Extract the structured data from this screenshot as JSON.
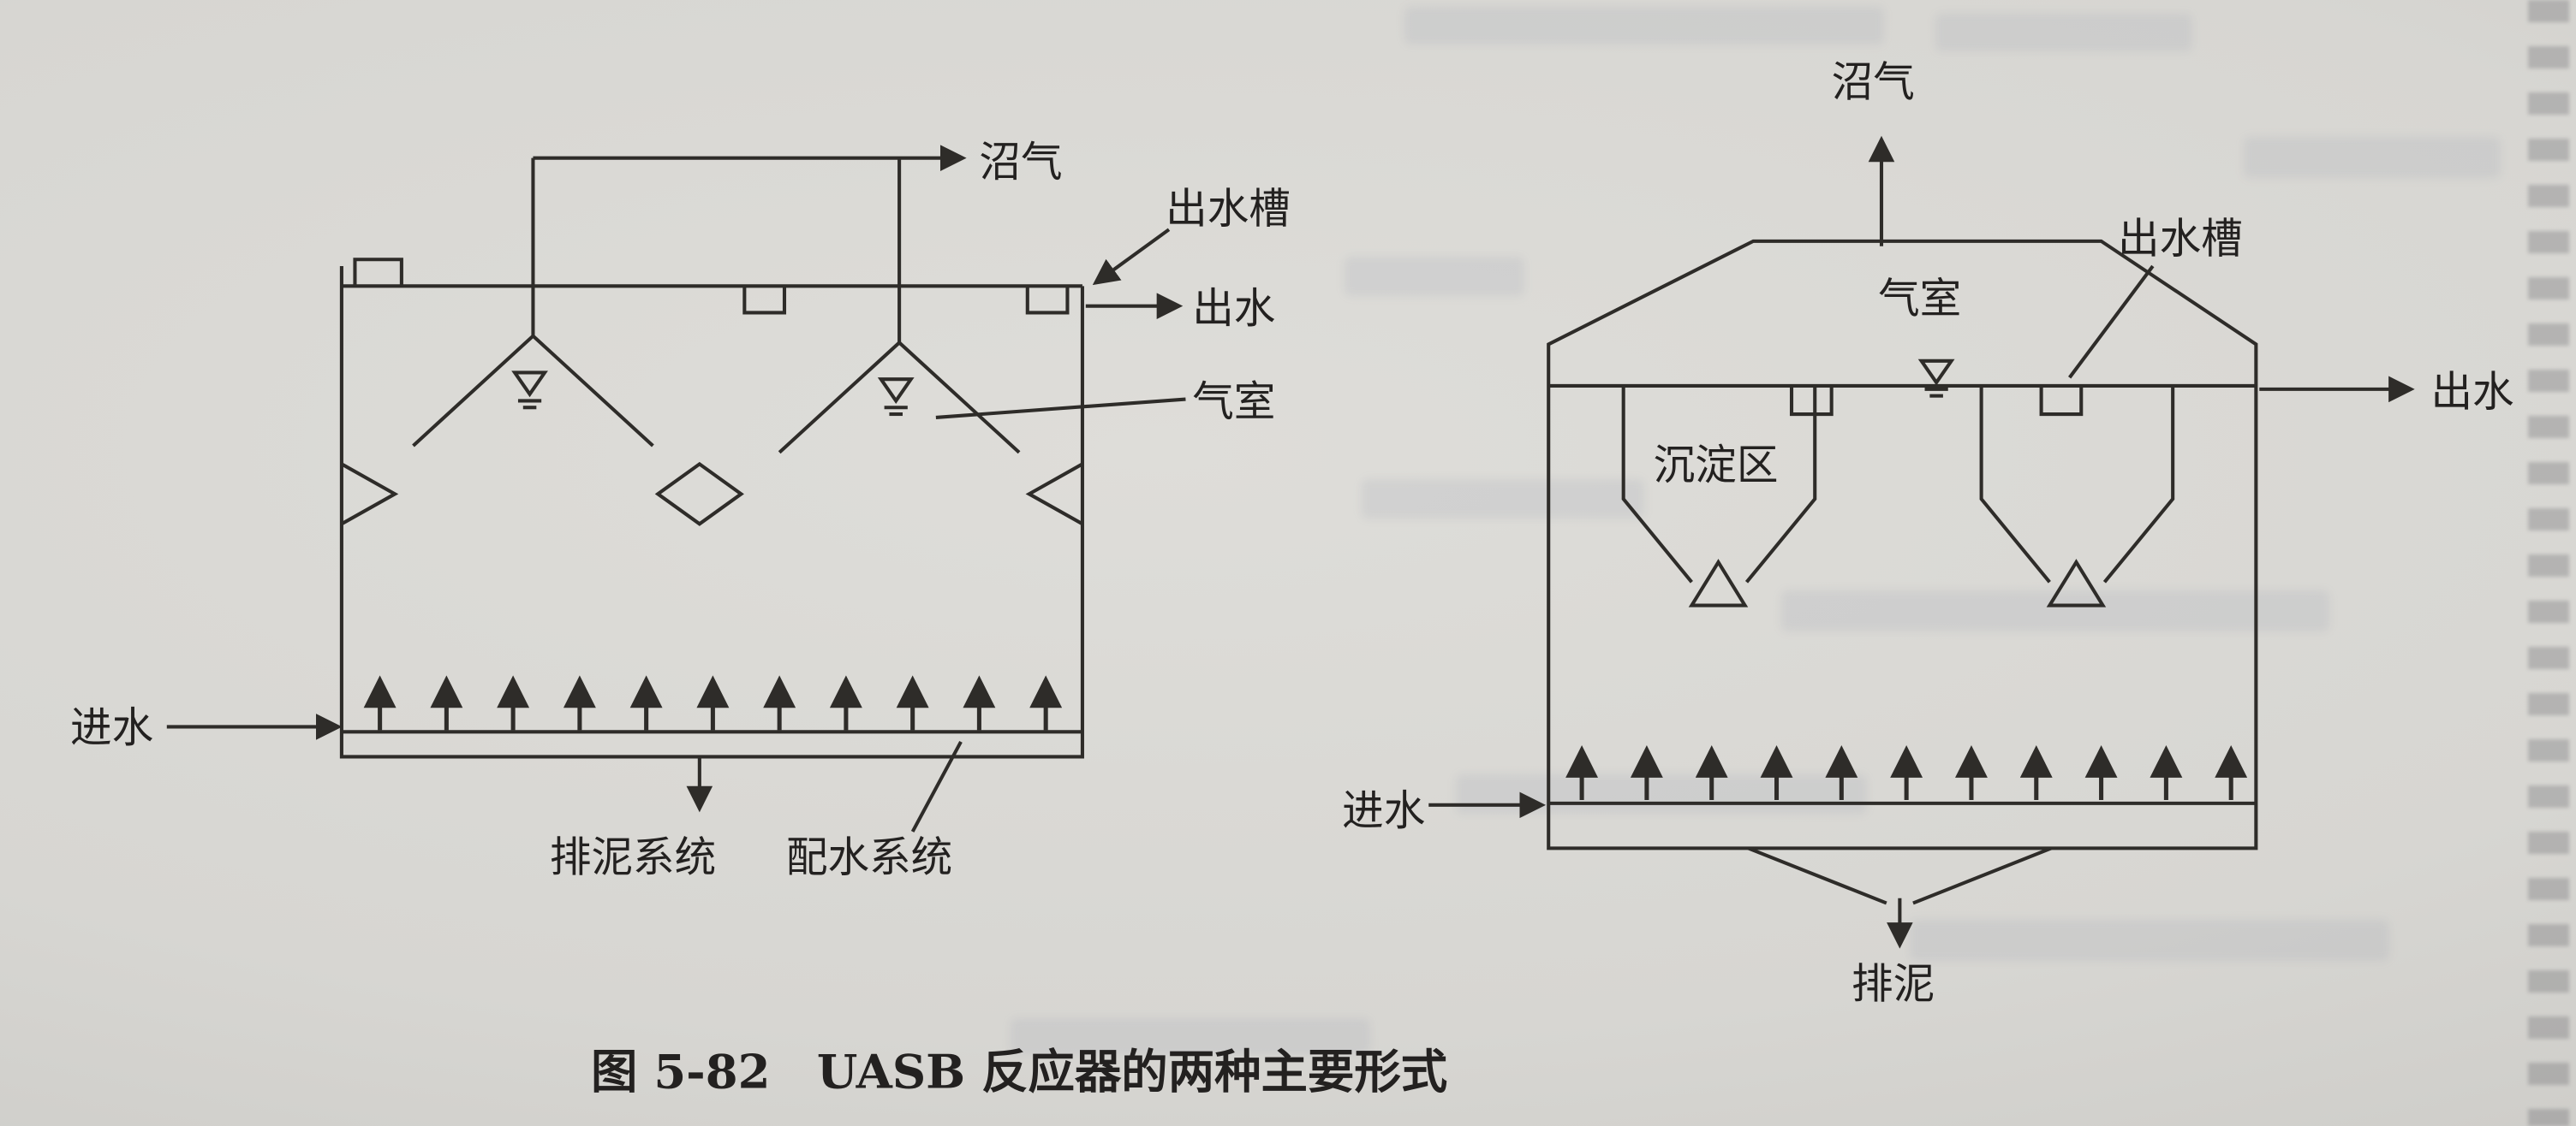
{
  "figure": {
    "caption": "图 5-82　UASB 反应器的两种主要形式"
  },
  "left": {
    "labels": {
      "biogas": "沼气",
      "effluent_trough": "出水槽",
      "effluent": "出水",
      "gas_chamber": "气室",
      "influent": "进水",
      "sludge_system": "排泥系统",
      "distribution_system": "配水系统"
    }
  },
  "right": {
    "labels": {
      "biogas": "沼气",
      "gas_chamber": "气室",
      "effluent_trough": "出水槽",
      "effluent": "出水",
      "settling_zone": "沉淀区",
      "influent": "进水",
      "sludge_discharge": "排泥"
    }
  },
  "colors": {
    "ink": "#2e2c29",
    "paper": "#d7d6d2"
  }
}
